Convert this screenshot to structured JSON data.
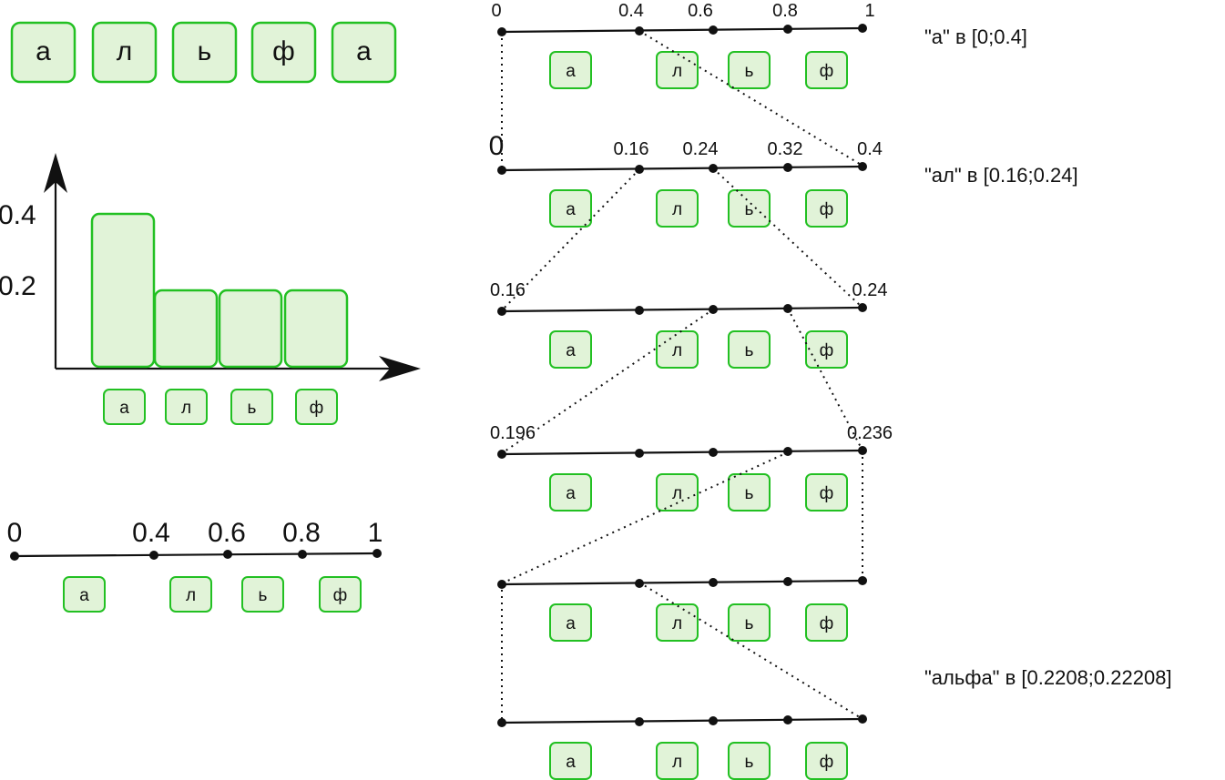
{
  "word_letters": [
    "а",
    "л",
    "ь",
    "ф",
    "а"
  ],
  "alphabet": [
    "а",
    "л",
    "ь",
    "ф"
  ],
  "histogram": {
    "y_ticks": [
      "0.4",
      "0.2"
    ],
    "probabilities": [
      0.4,
      0.2,
      0.2,
      0.2
    ]
  },
  "base_line": {
    "tick_labels": [
      "0",
      "0.4",
      "0.6",
      "0.8",
      "1"
    ]
  },
  "steps": [
    {
      "tick_labels": [
        "0",
        "0.4",
        "0.6",
        "0.8",
        "1"
      ],
      "note": "\"а\" в [0;0.4]"
    },
    {
      "tick_labels": [
        "0",
        "0.16",
        "0.24",
        "0.32",
        "0.4"
      ],
      "note": "\"ал\" в [0.16;0.24]"
    },
    {
      "tick_labels": [
        "0.16",
        "",
        "",
        "",
        "0.24"
      ],
      "note": ""
    },
    {
      "tick_labels": [
        "0.196",
        "",
        "",
        "",
        "0.236"
      ],
      "note": ""
    },
    {
      "tick_labels": [
        "",
        "",
        "",
        "",
        ""
      ],
      "note": ""
    },
    {
      "tick_labels": [
        "",
        "",
        "",
        "",
        ""
      ],
      "note": ""
    }
  ],
  "final_note": "\"альфа\" в [0.2208;0.22208]",
  "colors": {
    "box_fill": "#e1f3d8",
    "box_stroke": "#22c022",
    "line": "#111111"
  }
}
